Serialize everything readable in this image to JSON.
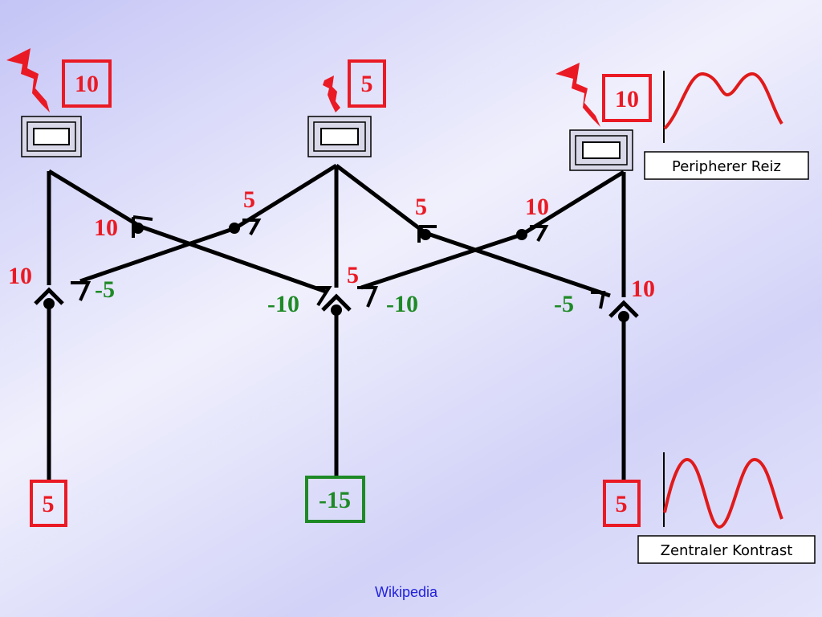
{
  "colors": {
    "excitatory": "#ea1a24",
    "inhibitory": "#1e8a26",
    "line": "#000000",
    "wave": "#e01a1a",
    "footer": "#2222dd"
  },
  "receptors": [
    {
      "name": "left",
      "stimulus": "10",
      "flash_size": "large"
    },
    {
      "name": "middle",
      "stimulus": "5",
      "flash_size": "small"
    },
    {
      "name": "right",
      "stimulus": "10",
      "flash_size": "large"
    }
  ],
  "synapse_labels": {
    "left_to_middle": "10",
    "middle_to_left": "5",
    "middle_to_right": "5",
    "right_to_middle": "10",
    "left_self": "10",
    "left_inhib": "-5",
    "mid_inhib_left": "-10",
    "mid_self": "5",
    "mid_inhib_right": "-10",
    "right_inhib": "-5",
    "right_self": "10"
  },
  "outputs": [
    {
      "name": "left",
      "value": "5",
      "type": "excitatory"
    },
    {
      "name": "middle",
      "value": "-15",
      "type": "inhibitory"
    },
    {
      "name": "right",
      "value": "5",
      "type": "excitatory"
    }
  ],
  "legend": {
    "peripheral_label": "Peripherer Reiz",
    "central_label": "Zentraler Kontrast"
  },
  "footer": "Wikipedia"
}
